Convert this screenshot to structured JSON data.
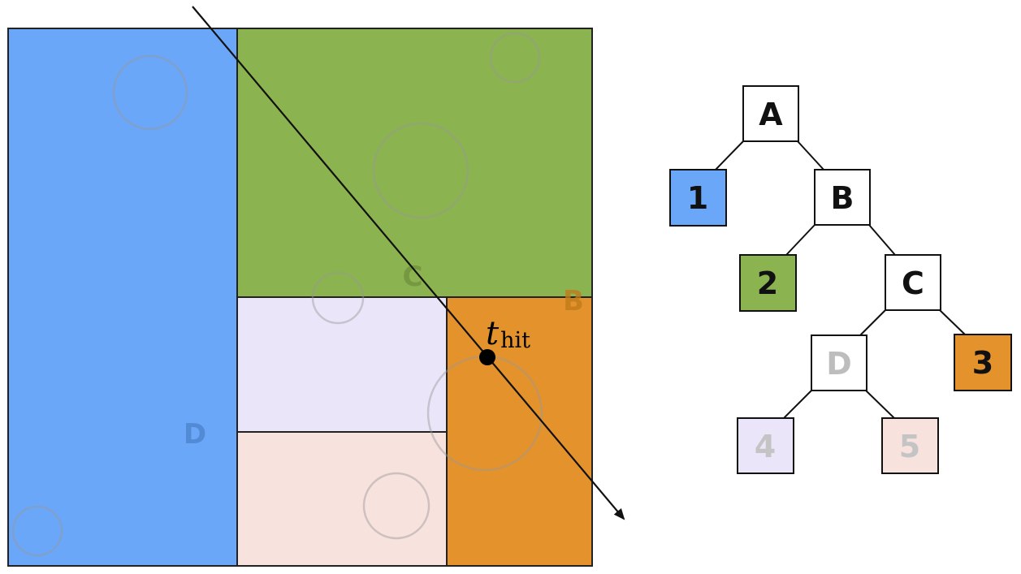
{
  "scene": {
    "region_labels": {
      "B": "B",
      "C": "C",
      "D": "D"
    },
    "hit_label": {
      "t": "t",
      "sub": "hit"
    },
    "colors": {
      "leaf1": "#6aa7f8",
      "leaf2": "#8bb34f",
      "leaf3": "#e4922b",
      "leaf4": "#ebe5f9",
      "leaf5": "#f7e2de",
      "outline": "#222222",
      "faint_label": "#b3b3b3"
    }
  },
  "tree": {
    "nodes": {
      "A": "A",
      "B": "B",
      "C": "C",
      "D": "D",
      "leaf1": "1",
      "leaf2": "2",
      "leaf3": "3",
      "leaf4": "4",
      "leaf5": "5"
    }
  }
}
